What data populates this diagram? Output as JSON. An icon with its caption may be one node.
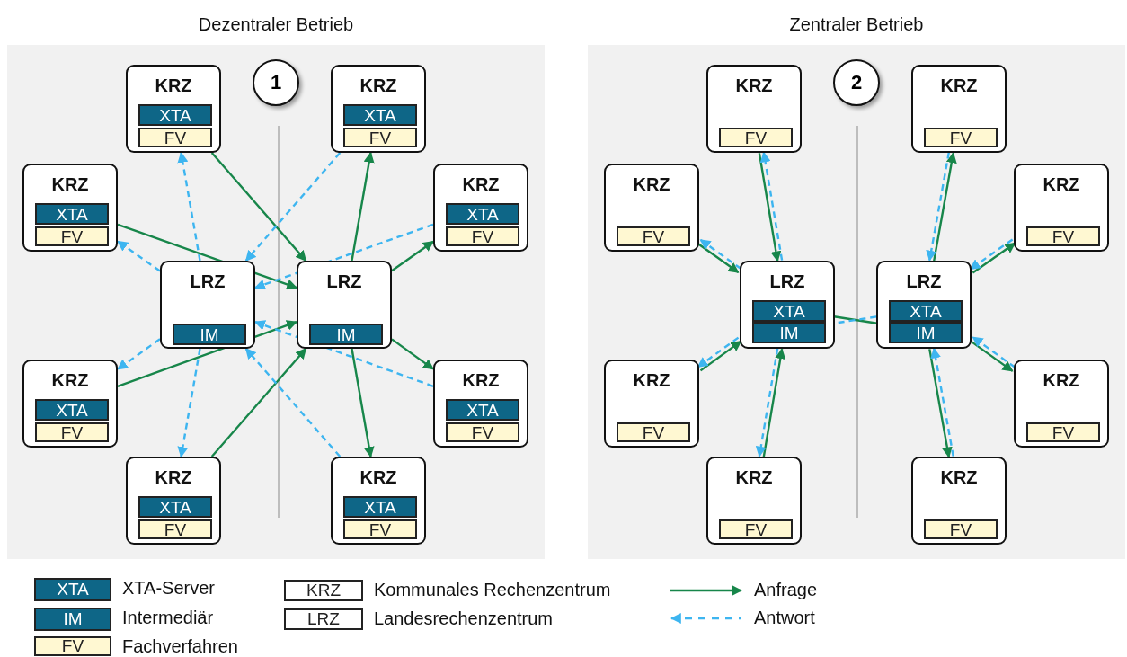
{
  "diagram": {
    "nodes": [
      {
        "text": [
          "Dezentraler Betrieb"
        ]
      },
      {
        "text": [
          "1"
        ],
        "in": 0
      },
      {
        "text": [
          "KRZ"
        ],
        "in": 0
      },
      {
        "text": [
          "XTA"
        ],
        "in": 2
      },
      {
        "text": [
          "FV"
        ],
        "in": 2
      },
      {
        "text": [
          "KRZ"
        ],
        "in": 0
      },
      {
        "text": [
          "XTA"
        ],
        "in": 5
      },
      {
        "text": [
          "FV"
        ],
        "in": 5
      },
      {
        "text": [
          "KRZ"
        ],
        "in": 0
      },
      {
        "text": [
          "XTA"
        ],
        "in": 8
      },
      {
        "text": [
          "FV"
        ],
        "in": 8
      },
      {
        "text": [
          "KRZ"
        ],
        "in": 0
      },
      {
        "text": [
          "XTA"
        ],
        "in": 11
      },
      {
        "text": [
          "FV"
        ],
        "in": 11
      },
      {
        "text": [
          "LRZ"
        ],
        "in": 0
      },
      {
        "text": [
          "IM"
        ],
        "in": 14
      },
      {
        "text": [
          "LRZ"
        ],
        "in": 0
      },
      {
        "text": [
          "IM"
        ],
        "in": 16
      },
      {
        "text": [
          "KRZ"
        ],
        "in": 0
      },
      {
        "text": [
          "XTA"
        ],
        "in": 18
      },
      {
        "text": [
          "FV"
        ],
        "in": 18
      },
      {
        "text": [
          "KRZ"
        ],
        "in": 0
      },
      {
        "text": [
          "XTA"
        ],
        "in": 21
      },
      {
        "text": [
          "FV"
        ],
        "in": 21
      },
      {
        "text": [
          "KRZ"
        ],
        "in": 0
      },
      {
        "text": [
          "XTA"
        ],
        "in": 24
      },
      {
        "text": [
          "FV"
        ],
        "in": 24
      },
      {
        "text": [
          "KRZ"
        ],
        "in": 0
      },
      {
        "text": [
          "XTA"
        ],
        "in": 27
      },
      {
        "text": [
          "FV"
        ],
        "in": 27
      },
      {
        "text": [
          "Zentraler Betrieb"
        ]
      },
      {
        "text": [
          "2"
        ],
        "in": 30
      },
      {
        "text": [
          "KRZ"
        ],
        "in": 30
      },
      {
        "text": [
          "FV"
        ],
        "in": 32
      },
      {
        "text": [
          "KRZ"
        ],
        "in": 30
      },
      {
        "text": [
          "FV"
        ],
        "in": 34
      },
      {
        "text": [
          "KRZ"
        ],
        "in": 30
      },
      {
        "text": [
          "FV"
        ],
        "in": 36
      },
      {
        "text": [
          "KRZ"
        ],
        "in": 30
      },
      {
        "text": [
          "FV"
        ],
        "in": 38
      },
      {
        "text": [
          "LRZ"
        ],
        "in": 30
      },
      {
        "text": [
          "XTA"
        ],
        "in": 40
      },
      {
        "text": [
          "IM"
        ],
        "in": 40
      },
      {
        "text": [
          "LRZ"
        ],
        "in": 30
      },
      {
        "text": [
          "XTA"
        ],
        "in": 43
      },
      {
        "text": [
          "IM"
        ],
        "in": 43
      },
      {
        "text": [
          "KRZ"
        ],
        "in": 30
      },
      {
        "text": [
          "FV"
        ],
        "in": 46
      },
      {
        "text": [
          "KRZ"
        ],
        "in": 30
      },
      {
        "text": [
          "FV"
        ],
        "in": 48
      },
      {
        "text": [
          "KRZ"
        ],
        "in": 30
      },
      {
        "text": [
          "FV"
        ],
        "in": 50
      },
      {
        "text": [
          "KRZ"
        ],
        "in": 30
      },
      {
        "text": [
          "FV"
        ],
        "in": 52
      }
    ],
    "edges": [
      {
        "from": 2,
        "to": 16,
        "arrow": "to"
      },
      {
        "from": 8,
        "to": 16,
        "arrow": "to"
      },
      {
        "from": 16,
        "to": 5,
        "arrow": "to"
      },
      {
        "from": 16,
        "to": 11,
        "arrow": "to"
      },
      {
        "from": 18,
        "to": 16,
        "arrow": "to"
      },
      {
        "from": 24,
        "to": 16,
        "arrow": "to"
      },
      {
        "from": 16,
        "to": 21,
        "arrow": "to"
      },
      {
        "from": 16,
        "to": 27,
        "arrow": "to"
      },
      {
        "from": 14,
        "to": 2,
        "arrow": "to",
        "style": "dashed",
        "color": "#3db5f0"
      },
      {
        "from": 14,
        "to": 8,
        "arrow": "to",
        "style": "dashed",
        "color": "#3db5f0"
      },
      {
        "from": 5,
        "to": 14,
        "arrow": "to",
        "style": "dashed",
        "color": "#3db5f0"
      },
      {
        "from": 11,
        "to": 14,
        "arrow": "to",
        "style": "dashed",
        "color": "#3db5f0"
      },
      {
        "from": 14,
        "to": 18,
        "arrow": "to",
        "style": "dashed",
        "color": "#3db5f0"
      },
      {
        "from": 14,
        "to": 24,
        "arrow": "to",
        "style": "dashed",
        "color": "#3db5f0"
      },
      {
        "from": 21,
        "to": 14,
        "arrow": "to",
        "style": "dashed",
        "color": "#3db5f0"
      },
      {
        "from": 27,
        "to": 14,
        "arrow": "to",
        "style": "dashed",
        "color": "#3db5f0"
      },
      {
        "from": 32,
        "to": 40,
        "arrow": "to"
      },
      {
        "from": 36,
        "to": 40,
        "arrow": "to"
      },
      {
        "from": 46,
        "to": 40,
        "arrow": "to"
      },
      {
        "from": 50,
        "to": 40,
        "arrow": "to"
      },
      {
        "from": 40,
        "to": 32,
        "arrow": "to",
        "style": "dashed",
        "color": "#3db5f0"
      },
      {
        "from": 40,
        "to": 36,
        "arrow": "to",
        "style": "dashed",
        "color": "#3db5f0"
      },
      {
        "from": 40,
        "to": 46,
        "arrow": "to",
        "style": "dashed",
        "color": "#3db5f0"
      },
      {
        "from": 40,
        "to": 50,
        "arrow": "to",
        "style": "dashed",
        "color": "#3db5f0"
      },
      {
        "from": 41,
        "to": 45,
        "arrow": "to"
      },
      {
        "from": 44,
        "to": 42,
        "arrow": "to",
        "style": "dashed",
        "color": "#3db5f0"
      },
      {
        "from": 43,
        "to": 34,
        "arrow": "to"
      },
      {
        "from": 43,
        "to": 38,
        "arrow": "to"
      },
      {
        "from": 43,
        "to": 48,
        "arrow": "to"
      },
      {
        "from": 43,
        "to": 52,
        "arrow": "to"
      },
      {
        "from": 34,
        "to": 43,
        "arrow": "to",
        "style": "dashed",
        "color": "#3db5f0"
      },
      {
        "from": 38,
        "to": 43,
        "arrow": "to",
        "style": "dashed",
        "color": "#3db5f0"
      },
      {
        "from": 48,
        "to": 43,
        "arrow": "to",
        "style": "dashed",
        "color": "#3db5f0"
      },
      {
        "from": 52,
        "to": 43,
        "arrow": "to",
        "style": "dashed",
        "color": "#3db5f0"
      }
    ],
    "labels": [
      "XTA",
      "IM",
      "FV",
      "KRZ",
      "LRZ"
    ],
    "legend": [
      {
        "text": "XTA-Server",
        "color": "#0e6687"
      },
      {
        "text": "Intermediär",
        "color": "#0e6687"
      },
      {
        "text": "Fachverfahren",
        "color": "#fff8d2"
      },
      {
        "text": "Kommunales Rechenzentrum"
      },
      {
        "text": "Landesrechenzentrum"
      },
      {
        "text": "Anfrage"
      },
      {
        "text": "Antwort"
      }
    ]
  }
}
